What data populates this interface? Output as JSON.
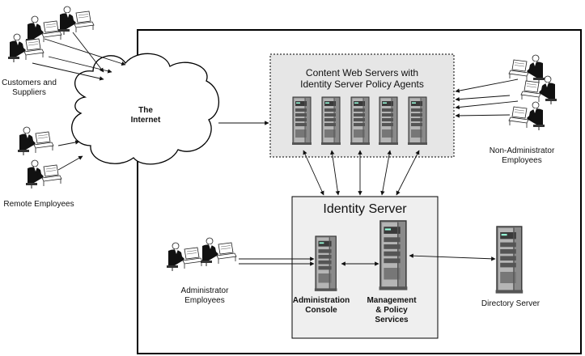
{
  "labels": {
    "customers_line1": "Customers and",
    "customers_line2": "Suppliers",
    "remote_employees": "Remote Employees",
    "internet_line1": "The",
    "internet_line2": "Internet",
    "content_servers_line1": "Content Web Servers  with",
    "content_servers_line2": "Identity Server Policy Agents",
    "non_admin_line1": "Non-Administrator",
    "non_admin_line2": "Employees",
    "identity_server": "Identity Server",
    "admin_employees_line1": "Administrator",
    "admin_employees_line2": "Employees",
    "admin_console_line1": "Administration",
    "admin_console_line2": "Console",
    "mgmt_line1": "Management",
    "mgmt_line2": "& Policy",
    "mgmt_line3": "Services",
    "directory_server": "Directory Server"
  },
  "icons": {
    "user": "person-at-workstation-icon",
    "server": "server-tower-icon",
    "cloud": "cloud-icon"
  }
}
